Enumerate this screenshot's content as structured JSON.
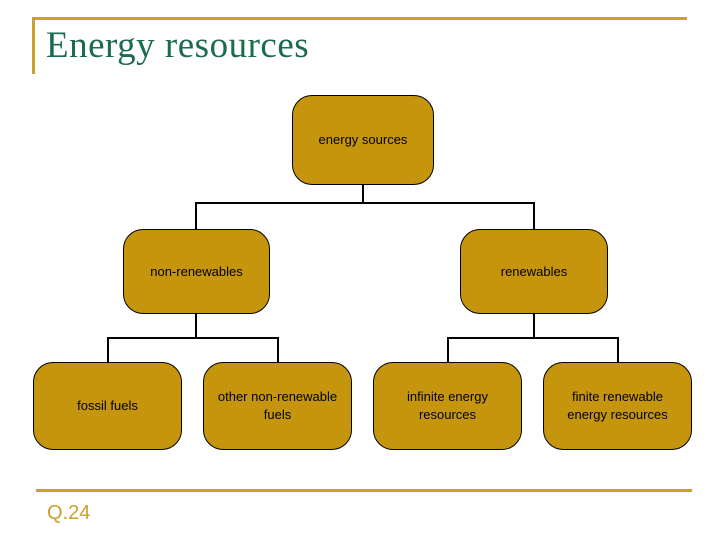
{
  "slide": {
    "title": "Energy resources",
    "footer": "Q.24"
  },
  "colors": {
    "title_green": "#1B6B4D",
    "accent_gold": "#C9A22C",
    "node_fill": "#C5950E",
    "node_border": "#000000",
    "node_text": "#000000",
    "background": "#FFFFFF"
  },
  "tree": {
    "type": "hierarchy-diagram",
    "nodes": [
      {
        "label": "energy sources",
        "level": 1,
        "parent": null
      },
      {
        "label": "non-renewables",
        "level": 2,
        "parent": "energy sources"
      },
      {
        "label": "renewables",
        "level": 2,
        "parent": "energy sources"
      },
      {
        "label": "fossil fuels",
        "level": 3,
        "parent": "non-renewables"
      },
      {
        "label": "other non-renewable fuels",
        "level": 3,
        "parent": "non-renewables"
      },
      {
        "label": "infinite energy resources",
        "level": 3,
        "parent": "renewables"
      },
      {
        "label": "finite renewable energy resources",
        "level": 3,
        "parent": "renewables"
      }
    ]
  }
}
